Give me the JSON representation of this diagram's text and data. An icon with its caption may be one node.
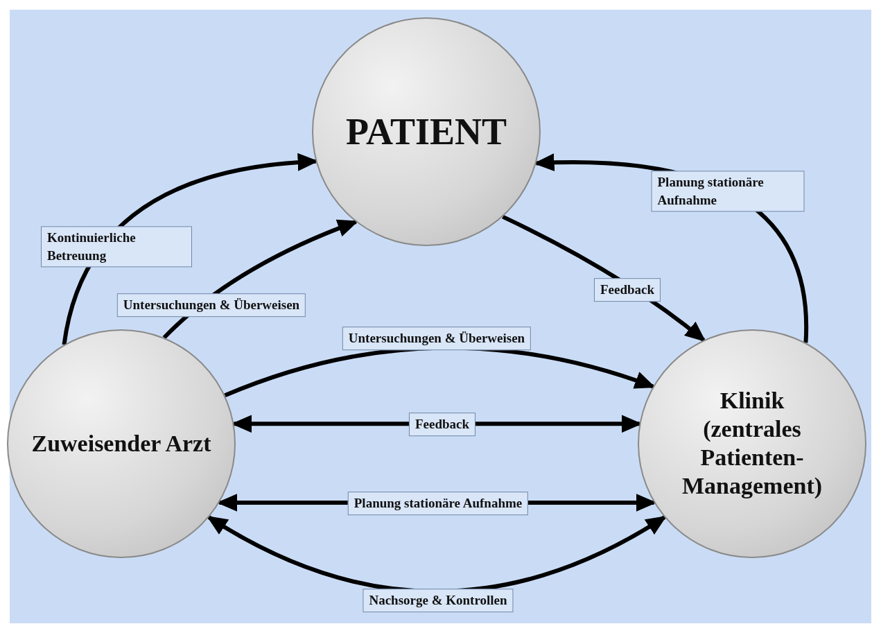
{
  "diagram": {
    "nodes": [
      {
        "text": [
          "PATIENT"
        ]
      },
      {
        "text": [
          "Zuweisender Arzt"
        ]
      },
      {
        "text": [
          "Klinik",
          "(zentrales Patienten-Management)"
        ]
      }
    ],
    "edges": [
      {
        "from": 1,
        "to": 0,
        "arrow": "to",
        "label": "Kontinuierliche Betreuung"
      },
      {
        "from": 1,
        "to": 0,
        "arrow": "to",
        "label": "Untersuchungen & Überweisen"
      },
      {
        "from": 0,
        "to": 2,
        "arrow": "to",
        "label": "Feedback"
      },
      {
        "from": 2,
        "to": 0,
        "arrow": "to",
        "label": "Planung stationäre Aufnahme"
      },
      {
        "from": 1,
        "to": 2,
        "arrow": "to",
        "label": "Untersuchungen & Überweisen"
      },
      {
        "from": 1,
        "to": 2,
        "arrow": "both",
        "label": "Feedback"
      },
      {
        "from": 1,
        "to": 2,
        "arrow": "both",
        "label": "Planung stationäre Aufnahme"
      },
      {
        "from": 1,
        "to": 2,
        "arrow": "both",
        "label": "Nachsorge & Kontrollen"
      }
    ]
  }
}
